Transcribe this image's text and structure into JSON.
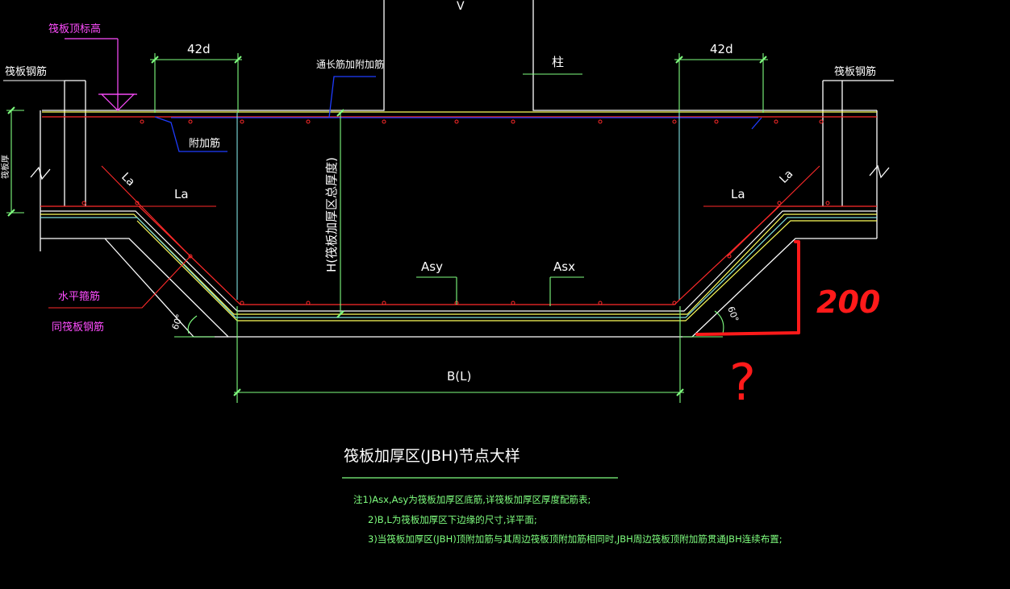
{
  "labels": {
    "v_top": "V",
    "raft_top_elev": "筏板顶标高",
    "raft_rebar_left": "筏板钢筋",
    "raft_rebar_right": "筏板钢筋",
    "dim_42d_left": "42d",
    "dim_42d_right": "42d",
    "through_add_rebar": "通长筋加附加筋",
    "column": "柱",
    "additional_rebar": "附加筋",
    "la_diag_left": "La",
    "la_horiz_left": "La",
    "la_diag_right": "La",
    "la_horiz_right": "La",
    "total_thickness": "H(筏板加厚区总厚度)",
    "asy": "Asy",
    "asx": "Asx",
    "horizontal_bar": "水平箍筋",
    "same_raft_rebar": "同筏板钢筋",
    "angle_left": "60°",
    "angle_right": "60°",
    "width_dim": "B(L)",
    "left_side_dim": "筏板厚"
  },
  "annotations": {
    "value_200": "200",
    "question_mark": "?"
  },
  "title": "筏板加厚区(JBH)节点大样",
  "notes": [
    "注1)Asx,Asy为筏板加厚区底筋,详筏板加厚区厚度配筋表;",
    "2)B,L为筏板加厚区下边缘的尺寸,详平面;",
    "3)当筏板加厚区(JBH)顶附加筋与其周边筏板顶附加筋相同时,JBH周边筏板顶附加筋贯通JBH连续布置;"
  ],
  "colors": {
    "background": "#000000",
    "outline": "#ffffff",
    "rebar_red": "#ff2a2a",
    "yellow": "#ffff5a",
    "blue": "#1f3cff",
    "cyan": "#7fe0e0",
    "dimension": "#7fff7f",
    "magenta": "#ff4dff",
    "annotation_red": "#ff1a1a"
  }
}
